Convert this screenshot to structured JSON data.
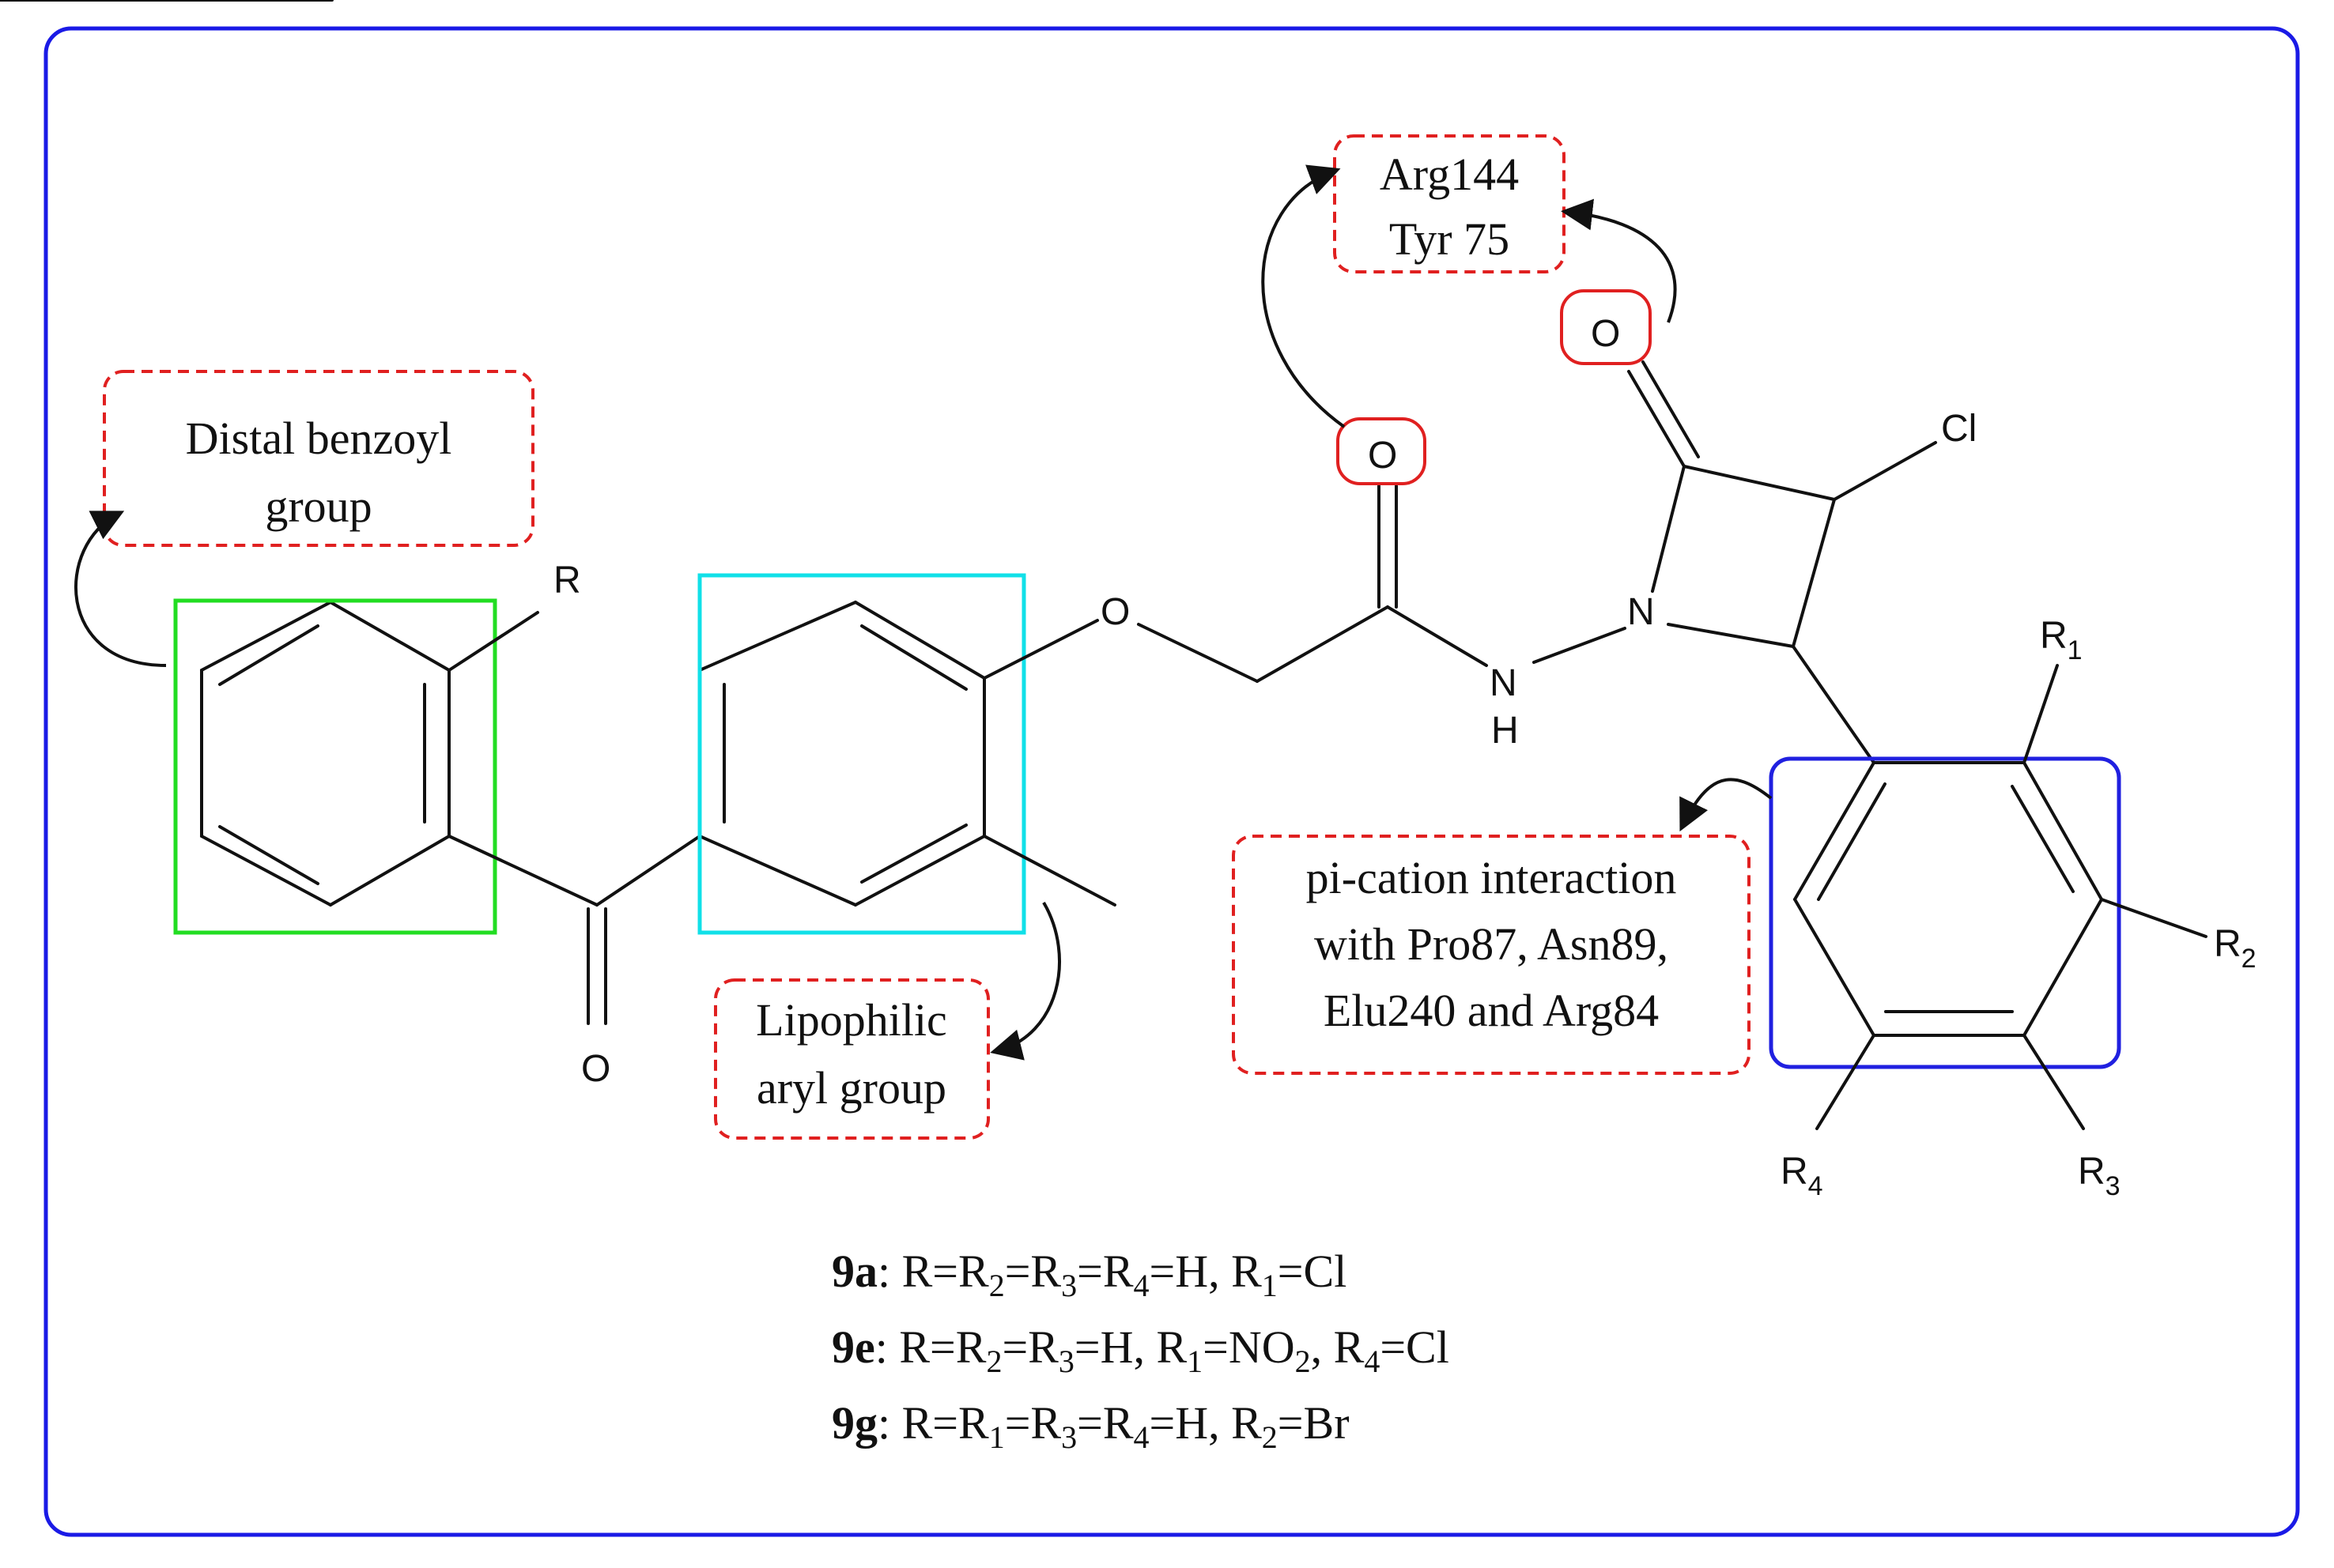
{
  "labels": {
    "distal": [
      "Distal benzoyl",
      "group"
    ],
    "lipophilic": [
      "Lipophilic",
      "aryl group"
    ],
    "residues": [
      "Arg144",
      "Tyr 75"
    ],
    "pication": [
      "pi-cation interaction",
      "with Pro87, Asn89,",
      "Elu240 and Arg84"
    ]
  },
  "atoms": {
    "R": "R",
    "O_ketone": "O",
    "O_ether": "O",
    "O_amide": "O",
    "O_lactam": "O",
    "N_h": "N",
    "H": "H",
    "N_ring": "N",
    "Cl": "Cl",
    "R1": "R",
    "R1_sub": "1",
    "R2": "R",
    "R2_sub": "2",
    "R3": "R",
    "R3_sub": "3",
    "R4": "R",
    "R4_sub": "4"
  },
  "compounds": [
    {
      "id": "9a",
      "parts": [
        ": R=R",
        "2",
        "=R",
        "3",
        "=R",
        "4",
        "=H, R",
        "1",
        "=Cl"
      ]
    },
    {
      "id": "9e",
      "parts": [
        ": R=R",
        "2",
        "=R",
        "3",
        "=H, R",
        "1",
        "=NO",
        "2",
        ", R",
        "4",
        "=Cl"
      ]
    },
    {
      "id": "9g",
      "parts": [
        ": R=R",
        "1",
        "=R",
        "3",
        "=R",
        "4",
        "=H, R",
        "2",
        "=Br"
      ]
    }
  ],
  "colors": {
    "frame": "#1a1ae6",
    "distal_box": "#22dd22",
    "lipophilic_box": "#11e0e8",
    "phenyl_box": "#2020e0",
    "callout": "#e02020"
  }
}
